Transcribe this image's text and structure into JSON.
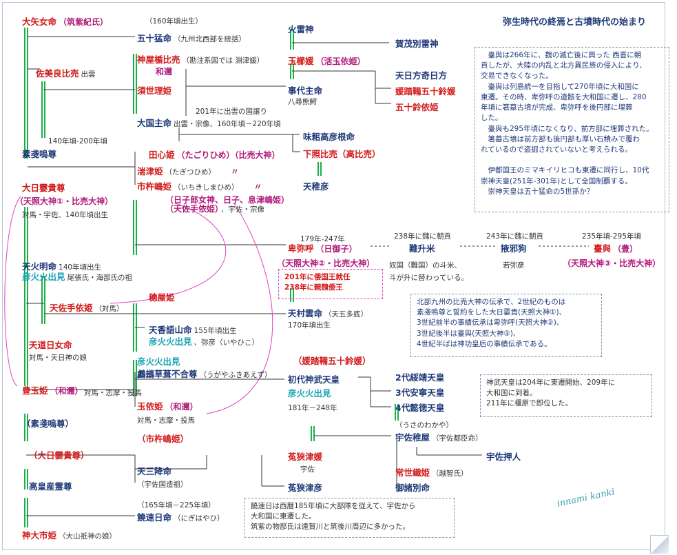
{
  "title": "弥生時代の終焉と古墳時代の始まり",
  "signature": "innami kanki",
  "persons": [
    {
      "id": "oyame",
      "name": "大矢女命",
      "note": "（筑紫紀氏）"
    },
    {
      "id": "itakeru",
      "name": "五十猛命",
      "note": "（九州北西部を統括）",
      "date": "（160年頃出生）"
    },
    {
      "id": "sabiyo",
      "name": "佐美良比売",
      "note": "出雲"
    },
    {
      "id": "susa",
      "name": "素戔嗚尊"
    },
    {
      "id": "ohirume",
      "name": "大日孁貴尊"
    },
    {
      "id": "ohirume_alias",
      "name": "（天照大神①・比売大神）"
    },
    {
      "id": "ohirume_loc",
      "name": "対馬・宇佐、140年頃出生"
    },
    {
      "id": "kamuya",
      "name": "神屋楯比売",
      "note": "（勘注系図では 淵津媛）"
    },
    {
      "id": "kamuya_alias",
      "name": "和邇"
    },
    {
      "id": "suseri",
      "name": "須世理姫"
    },
    {
      "id": "kokuyuzuri",
      "name": "201年に出雲の国譲り"
    },
    {
      "id": "okuni",
      "name": "大国主命",
      "note": "出雲・宗像、160年頃－220年頃"
    },
    {
      "id": "susa_date",
      "name": "140年頃-200年頃"
    },
    {
      "id": "tagori",
      "name": "田心姫",
      "note": "（たごりひめ）（比売大神）"
    },
    {
      "id": "tagitsu",
      "name": "湍津姫",
      "note": "（たぎつひめ）",
      "mark": "〃"
    },
    {
      "id": "ichiki",
      "name": "市杵嶋姫",
      "note": "（いちきしまひめ）",
      "mark": "〃"
    },
    {
      "id": "ichiki_alias1",
      "name": "（日子郎女神、日子、息津嶋姫）"
    },
    {
      "id": "ichiki_alias2",
      "name": "（天佐手依姫）",
      "note": "、宇佐・宗像"
    },
    {
      "id": "homusubi",
      "name": "火雷神"
    },
    {
      "id": "kamo",
      "name": "賀茂別雷神"
    },
    {
      "id": "tamayori",
      "name": "玉櫛媛",
      "note": "（活玉依姫）"
    },
    {
      "id": "hikata",
      "name": "天日方奇日方"
    },
    {
      "id": "himetatara",
      "name": "媛踏鞴五十鈴媛"
    },
    {
      "id": "isuzuyori",
      "name": "五十鈴依姫"
    },
    {
      "id": "kotoshiro",
      "name": "事代主命",
      "note": "八尋熊鰐"
    },
    {
      "id": "ajisuki",
      "name": "味耜高彦根命"
    },
    {
      "id": "shitateru",
      "name": "下照比売（高比売）"
    },
    {
      "id": "amewaka",
      "name": "天稚彦"
    },
    {
      "id": "amenohoakari",
      "name": "天火明命",
      "note": "140年頃出生"
    },
    {
      "id": "hikohohodemi1",
      "name": "彦火火出見",
      "note": "尾張氏・海部氏の祖"
    },
    {
      "id": "amesate",
      "name": "天佐手依姫",
      "note": "（対馬）"
    },
    {
      "id": "hotaka",
      "name": "穂屋姫"
    },
    {
      "id": "amenomurakumo",
      "name": "天村雲命",
      "note": "（天五多底）"
    },
    {
      "id": "amenomurakumo_d",
      "name": "170年頃出生"
    },
    {
      "id": "amenokagoyama",
      "name": "天香語山命",
      "note": "155年頃出生"
    },
    {
      "id": "hikohohodemi2",
      "name": "彦火火出見",
      "note": "、弥彦（いやひこ）"
    },
    {
      "id": "amenomichi",
      "name": "天道日女命"
    },
    {
      "id": "amenomichi_loc",
      "name": "対馬・天日神の娘"
    },
    {
      "id": "himiko_date",
      "name": "179年-247年"
    },
    {
      "id": "himiko",
      "name": "卑弥呼",
      "note": "（日御子）"
    },
    {
      "id": "himiko_alias",
      "name": "（天照大神②・比売大神）"
    },
    {
      "id": "nashime_date",
      "name": "238年に魏に朝貢"
    },
    {
      "id": "nashime",
      "name": "難升米"
    },
    {
      "id": "nashime_note1",
      "name": "奴国（難国）の斗米、"
    },
    {
      "id": "nashime_note2",
      "name": "斗が升に替わっている。"
    },
    {
      "id": "ekiyaku_date",
      "name": "243年に魏に朝貢"
    },
    {
      "id": "ekiyaku",
      "name": "掖邪狗"
    },
    {
      "id": "ekiyaku_note",
      "name": "若弥彦"
    },
    {
      "id": "toyo_date",
      "name": "235年頃-295年頃"
    },
    {
      "id": "toyo",
      "name": "臺與",
      "note": "（豊）"
    },
    {
      "id": "toyo_alias",
      "name": "（天照大神③・比売大神）"
    },
    {
      "id": "hikohohodemi3",
      "name": "彦火火出見"
    },
    {
      "id": "ugaya",
      "name": "鸕鷀草葺不合尊",
      "note": "（うがやふきあえず）"
    },
    {
      "id": "toyotama",
      "name": "豊玉姫",
      "note": "（和邇）"
    },
    {
      "id": "toyotama_loc",
      "name": "対馬・志摩・投馬"
    },
    {
      "id": "tamayorihime",
      "name": "玉依姫",
      "note": "（和邇）"
    },
    {
      "id": "tamayorihime_loc",
      "name": "対馬・志摩・投馬"
    },
    {
      "id": "himetatara2",
      "name": "（媛踏鞴五十鈴媛）"
    },
    {
      "id": "jimmu",
      "name": "初代神武天皇"
    },
    {
      "id": "hikohohodemi4",
      "name": "彦火火出見"
    },
    {
      "id": "jimmu_date",
      "name": "181年－248年"
    },
    {
      "id": "suizei",
      "name": "2代綏靖天皇"
    },
    {
      "id": "annei",
      "name": "3代安寧天皇"
    },
    {
      "id": "itoku",
      "name": "4代懿徳天皇"
    },
    {
      "id": "susa2",
      "name": "（素戔嗚尊）"
    },
    {
      "id": "ichiki2",
      "name": "（市杵嶋姫）"
    },
    {
      "id": "ohirume2",
      "name": "（大日孁貴尊）"
    },
    {
      "id": "takami",
      "name": "高皇産霊尊"
    },
    {
      "id": "amenomikudari",
      "name": "天三降命"
    },
    {
      "id": "amenomikudari_note",
      "name": "（宇佐国造祖）"
    },
    {
      "id": "usatsuhime",
      "name": "菟狭津媛"
    },
    {
      "id": "usatsuhime_note",
      "name": "宇佐"
    },
    {
      "id": "usatsuhiko",
      "name": "菟狭津彦"
    },
    {
      "id": "usawakaya",
      "name": "（うさのわかや）"
    },
    {
      "id": "usamaya",
      "name": "宇佐稚屋",
      "note": "（宇佐都臣命）"
    },
    {
      "id": "usaoshihito",
      "name": "宇佐押人"
    },
    {
      "id": "tokoyo",
      "name": "常世織姫",
      "note": "（越智氏）"
    },
    {
      "id": "mimorowake",
      "name": "御諸別命"
    },
    {
      "id": "nigihayahi_date",
      "name": "（165年頃－225年頃）"
    },
    {
      "id": "nigihayahi",
      "name": "饒速日命",
      "note": "（にぎはやひ）"
    },
    {
      "id": "kamuoichi",
      "name": "神大市姫",
      "note": "（大山祇神の娘）"
    }
  ],
  "boxes": {
    "tei": {
      "lines": [
        "　臺與は266年に、魏の滅亡後に興った 西晋に朝",
        "貢したが、大陸の内乱と北方異民族の侵入により、",
        "交易できなくなった。",
        "　臺與は列島統一を目指して270年頃に大和国に",
        "東遷。その時、卑弥呼の遺骸を大和国に遷し、280",
        "年頃に箸墓古墳が完成、卑弥呼を後円部に埋葬",
        "した。",
        "　臺與も295年頃になくなり、前方部に埋葬された。",
        "　箸墓古墳は前方部も後円部も厚い石積みで覆わ",
        "れているので盗掘されていないと考えられる。",
        "",
        "　伊都国王のミマキイリヒコも東遷に同行し、10代",
        "崇神天皇(251年-301年)として全国制覇する。",
        "　崇神天皇は五十猛命の5世孫か？"
      ]
    },
    "himiko": {
      "lines": [
        "201年に倭国王就任",
        "238年に親魏倭王"
      ]
    },
    "amaterasu": {
      "lines": [
        "北部九州の比売大神の伝承で、2世紀のものは",
        "素戔嗚尊と誓約をした大日孁貴(天照大神①)、",
        "3世紀前半の事績伝承は卑弥呼(天照大神②)、",
        "3世紀後半は臺與(天照大神③)、",
        "4世紀半ばは神功皇后の事績伝承である。"
      ]
    },
    "jimmu": {
      "lines": [
        "神武天皇は204年に東遷開始、209年に",
        "大和国に到着。",
        "211年に橿原で即位した。"
      ]
    },
    "nigihayahi": {
      "lines": [
        "饒速日は西暦185年頃に大部隊を従えて、宇佐から",
        "大和国に東遷した。",
        "筑紫の物部氏は遠賀川と筑後川周辺に多かった。"
      ]
    }
  }
}
